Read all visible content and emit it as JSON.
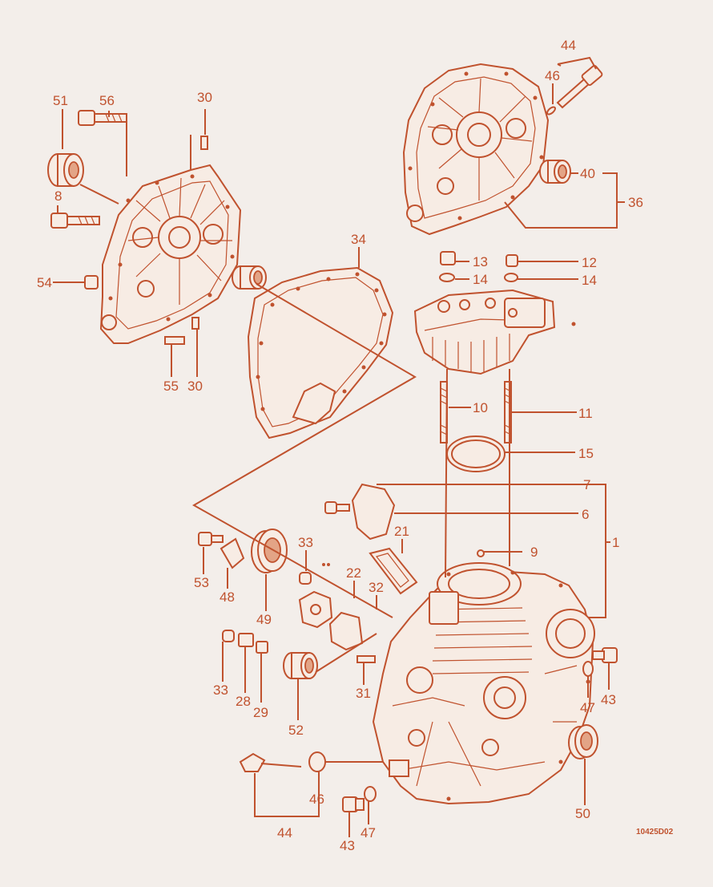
{
  "accent_color": "#c0522e",
  "background_color": "#f3eeea",
  "drawing_code": "10425D02",
  "labels": {
    "n1": "1",
    "n6": "6",
    "n7": "7",
    "n8": "8",
    "n9": "9",
    "n10": "10",
    "n11": "11",
    "n12": "12",
    "n13": "13",
    "n14a": "14",
    "n14b": "14",
    "n15": "15",
    "n21": "21",
    "n22": "22",
    "n28": "28",
    "n29": "29",
    "n30a": "30",
    "n30b": "30",
    "n31": "31",
    "n32": "32",
    "n33a": "33",
    "n33b": "33",
    "n34": "34",
    "n36": "36",
    "n40": "40",
    "n43a": "43",
    "n43b": "43",
    "n44a": "44",
    "n44b": "44",
    "n46a": "46",
    "n46b": "46",
    "n47a": "47",
    "n47b": "47",
    "n48": "48",
    "n49": "49",
    "n50": "50",
    "n51": "51",
    "n52": "52",
    "n53": "53",
    "n54": "54",
    "n55": "55",
    "n56": "56"
  }
}
